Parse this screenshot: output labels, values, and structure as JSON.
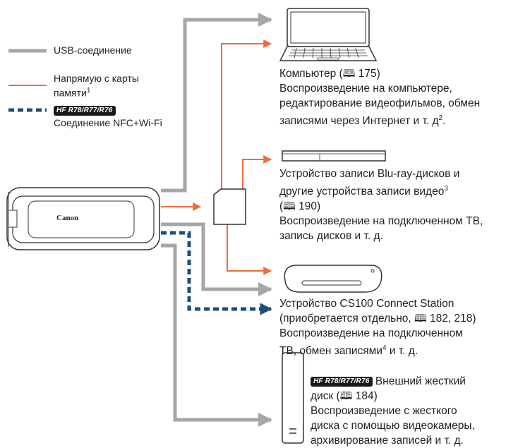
{
  "legend": {
    "usb_label": "USB-соединение",
    "card_label": "Напрямую с карты памяти",
    "card_note": "1",
    "nfc_badge": "HF R78/R77/R76",
    "nfc_label": "Соединение NFC+Wi-Fi"
  },
  "camera": {
    "brand": "Canon"
  },
  "book_icon_glyph": "🕮",
  "computer": {
    "line1_text": "Компьютер (",
    "line1_page": "175)",
    "line2": "Воспроизведение на компьютере,",
    "line3": "редактирование видеофильмов, обмен",
    "line4_text": "записями через Интернет и т. д",
    "line4_note": "2",
    "line4_end": "."
  },
  "bluray": {
    "line1": "Устройство записи Blu-ray-дисков и",
    "line2_text": "другие устройства записи видео",
    "line2_note": "3",
    "line3_page": "190)",
    "line4": "Воспроизведение на подключенном ТВ,",
    "line5": "запись дисков и т. д."
  },
  "station": {
    "line1": "Устройство CS100 Connect Station",
    "line2_text": "(приобретается отдельно,",
    "line2_page": "182, 218)",
    "line3": "Воспроизведение на подключенном",
    "line4_text": "ТВ, обмен записями",
    "line4_note": "4",
    "line4_end": " и т. д."
  },
  "hdd": {
    "badge": "HF R78/R77/R76",
    "line1_text": "Внешний жесткий",
    "line2_text": "диск (",
    "line2_page": "184)",
    "line3": "Воспроизведение с жесткого",
    "line4": "диска с помощью видеокамеры,",
    "line5": "архивирование записей и т. д."
  },
  "colors": {
    "usb": "#a6a6a6",
    "card": "#f26a3c",
    "nfc": "#1f4e79",
    "text": "#1f1f1f"
  }
}
